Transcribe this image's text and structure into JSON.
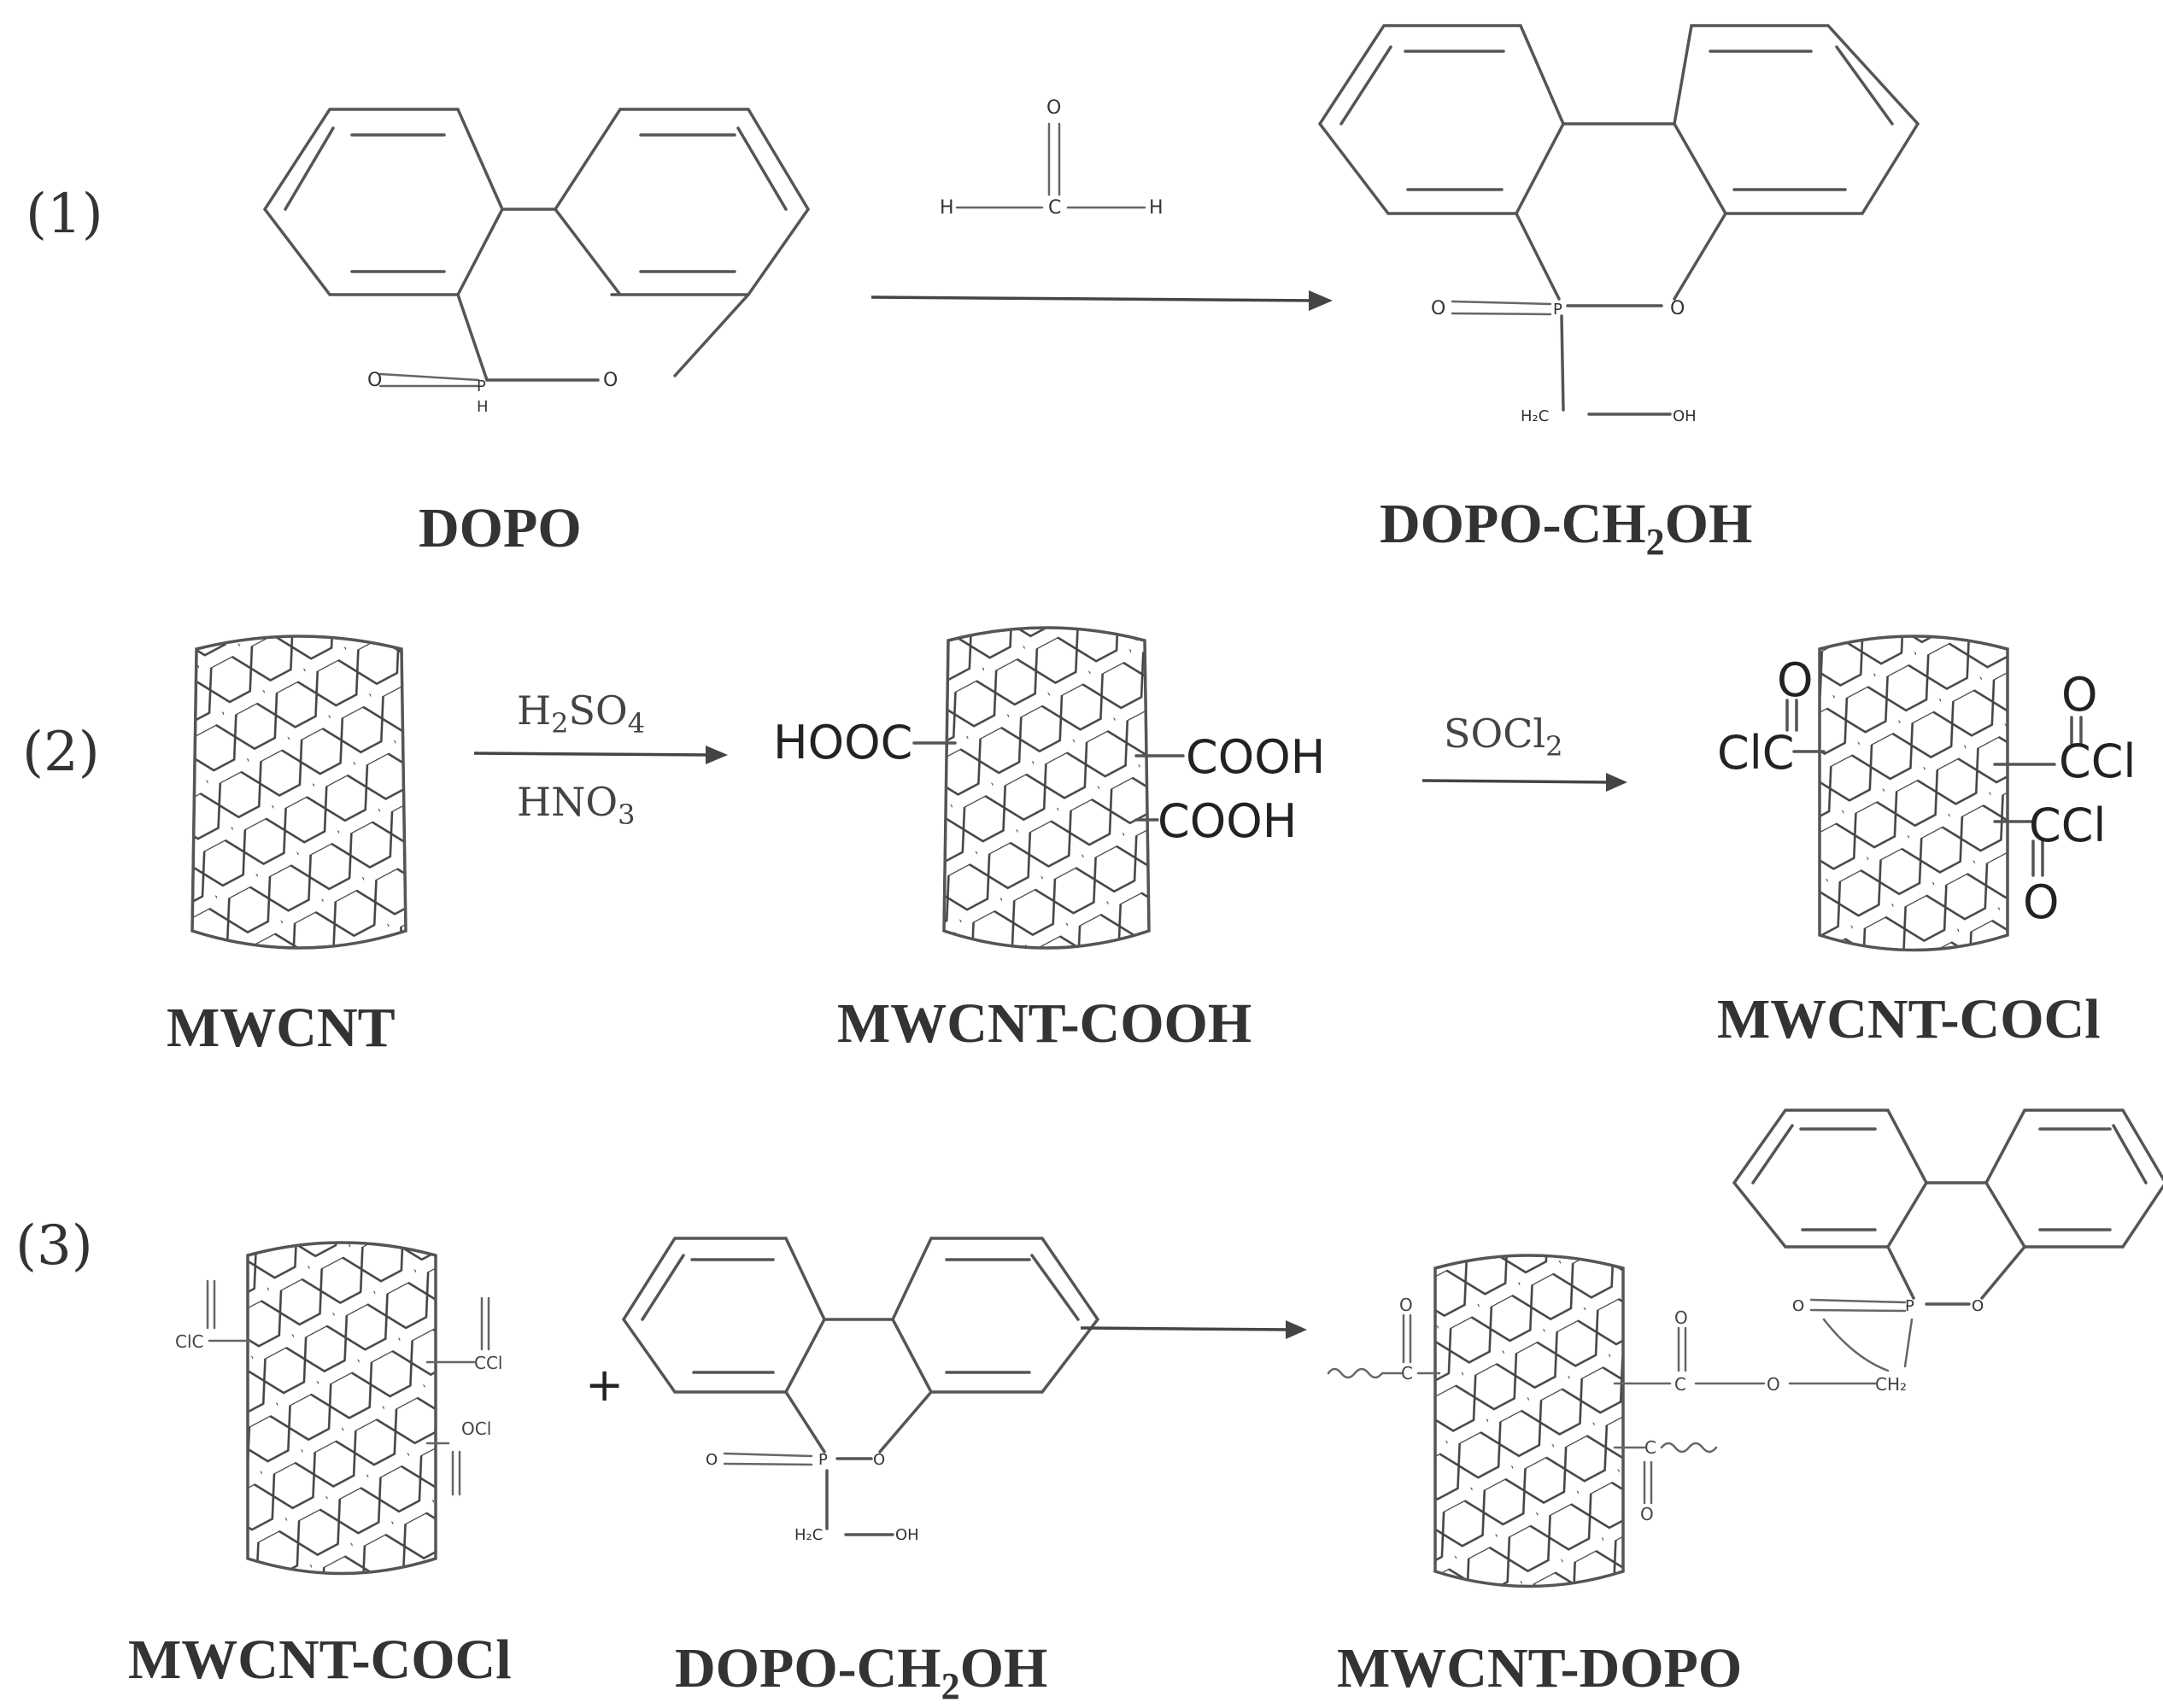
{
  "steps": {
    "s1": "(1)",
    "s2": "(2)",
    "s3": "(3)"
  },
  "compounds": {
    "dopo": "DOPO",
    "dopo_ch2oh": "DOPO-CH",
    "dopo_ch2oh_sub": "2",
    "dopo_ch2oh_tail": "OH",
    "mwcnt": "MWCNT",
    "mwcnt_cooh": "MWCNT-COOH",
    "mwcnt_cocl": "MWCNT-COCl",
    "mwcnt_dopo": "MWCNT-DOPO"
  },
  "reagents": {
    "h2so4": "H",
    "h2so4_sub1": "2",
    "h2so4_mid": "SO",
    "h2so4_sub2": "4",
    "hno3": "HNO",
    "hno3_sub": "3",
    "socl2": "SOCl",
    "socl2_sub": "2",
    "formaldehyde_o": "O",
    "formaldehyde_c": "C",
    "formaldehyde_h": "H"
  },
  "groups": {
    "hooc": "HOOC",
    "cooh": "COOH",
    "clc": "ClC",
    "ccl": "CCl",
    "o": "O",
    "plus": "+"
  },
  "atoms": {
    "o": "O",
    "p": "P",
    "h": "H",
    "oh": "OH",
    "h2c": "H₂C",
    "ch2": "CH₂",
    "c": "C",
    "ocl": "OCl",
    "ccl": "CCl",
    "ocl_alt": "ClC"
  }
}
